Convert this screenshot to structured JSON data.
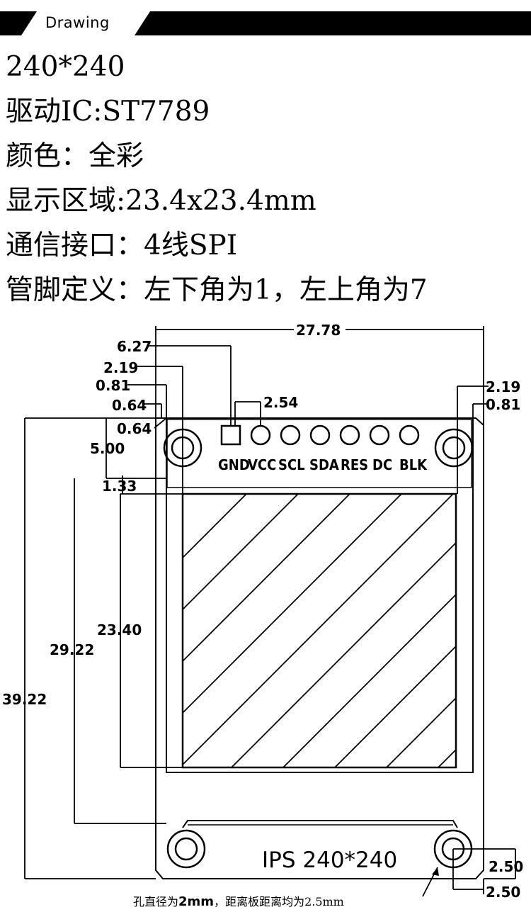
{
  "header": {
    "label": "Drawing"
  },
  "specs": [
    "240*240",
    "驱动IC:ST7789",
    "颜色：全彩",
    "显示区域:23.4x23.4mm",
    "通信接口：4线SPI",
    "管脚定义：左下角为1，左上角为7"
  ],
  "drawing": {
    "dimensions": {
      "width_total": "27.78",
      "pin1_offset": "6.27",
      "left_margin": "2.19",
      "left_frame": "0.81",
      "left_edge_a": "0.64",
      "left_edge_b": "0.64",
      "top_height": "5.00",
      "top_gap": "1.33",
      "pin_pitch": "2.54",
      "right_margin": "2.19",
      "right_frame": "0.81",
      "display_height": "23.40",
      "frame_height": "29.22",
      "board_height": "39.22",
      "hole_x": "2.50",
      "hole_y": "2.50"
    },
    "pins": [
      "GND",
      "VCC",
      "SCL",
      "SDA",
      "RES",
      "DC",
      "BLK"
    ],
    "brand": "IPS 240*240",
    "note_part1": "孔直径为",
    "note_bold": "2mm",
    "note_part2": "，距离板距离均为2.5mm"
  }
}
